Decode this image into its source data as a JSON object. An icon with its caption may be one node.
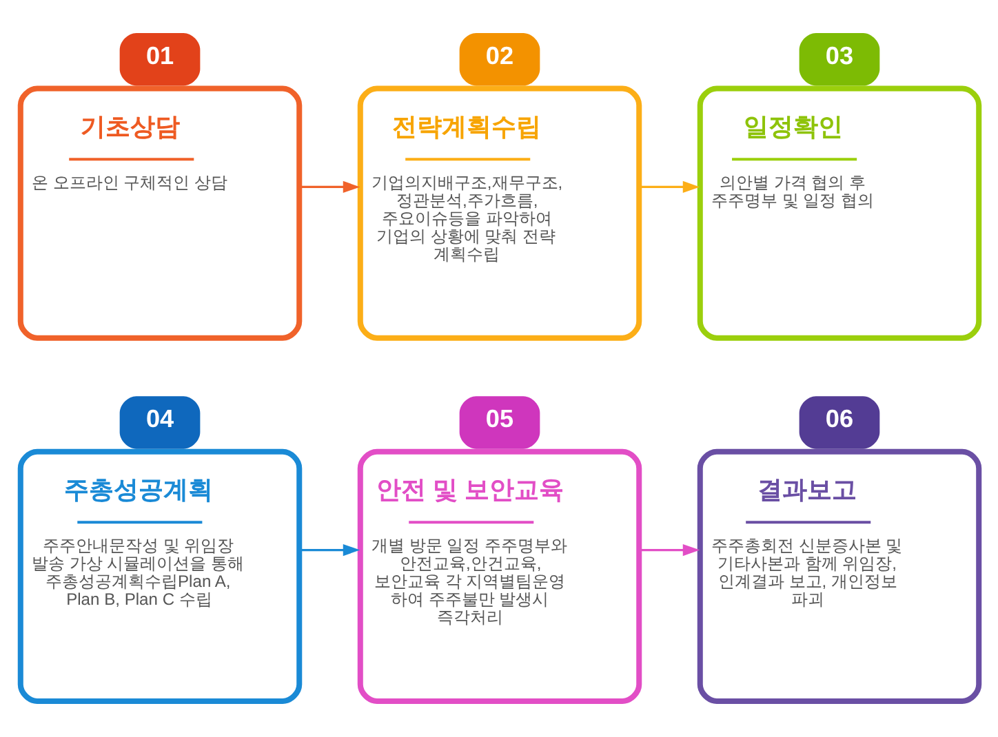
{
  "diagram": {
    "nodes": [
      {
        "text": [
          "01",
          "기초상담",
          "온 오프라인 구체적인 상담"
        ]
      },
      {
        "text": [
          "02",
          "전략계획수립",
          "기업의지배구조,재무구조, 정관분석,주가흐름, 주요이슈등을 파악하여 기업의 상황에 맞춰 전략 계획수립"
        ]
      },
      {
        "text": [
          "03",
          "일정확인",
          "의안별 가격 협의 후 주주명부 및 일정 협의"
        ]
      },
      {
        "text": [
          "04",
          "주총성공계획",
          "주주안내문작성 및 위임장 발송 가상 시뮬레이션을 통해 주총성공계획수립Plan A, Plan B, Plan C 수립"
        ]
      },
      {
        "text": [
          "05",
          "안전 및 보안교육",
          "개별 방문 일정 주주명부와 안전교육,안건교육, 보안교육 각 지역별팀운영 하여 주주불만 발생시 즉각처리"
        ]
      },
      {
        "text": [
          "06",
          "결과보고",
          "주주총회전 신분증사본 및 기타사본과 함께 위임장, 인계결과 보고, 개인정보 파괴"
        ]
      }
    ],
    "edges": [
      {
        "from": 0,
        "to": 1,
        "arrow": "to",
        "color": "#f0622a"
      },
      {
        "from": 1,
        "to": 2,
        "arrow": "to",
        "color": "#fcae17"
      },
      {
        "from": 3,
        "to": 4,
        "arrow": "to",
        "color": "#1a8ad6"
      },
      {
        "from": 4,
        "to": 5,
        "arrow": "to",
        "color": "#e24ec6"
      }
    ]
  }
}
